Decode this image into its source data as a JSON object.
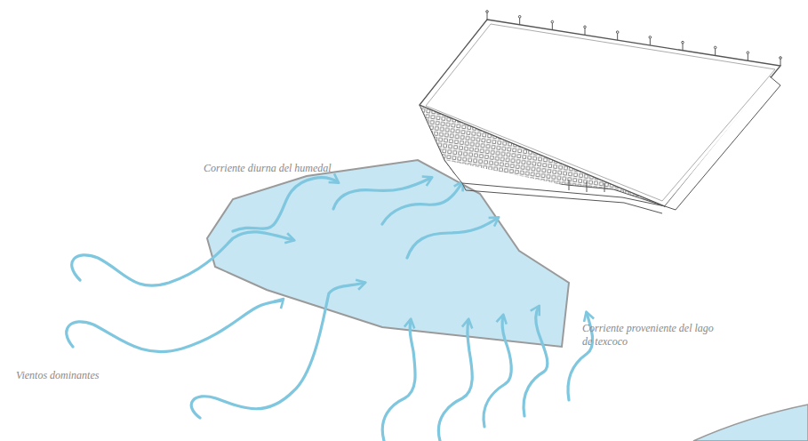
{
  "diagram": {
    "labels": [
      "Corriente diurna del humedal",
      "Corriente proveniente del lago de texcoco",
      "Vientos dominantes"
    ]
  }
}
